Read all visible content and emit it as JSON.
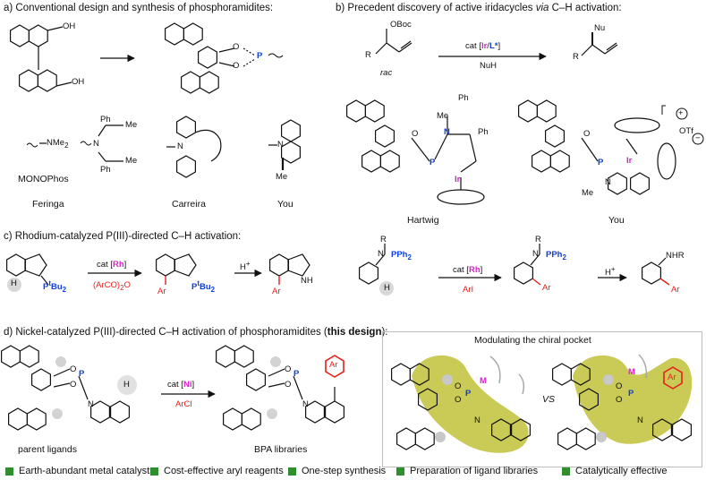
{
  "sections": {
    "a": {
      "title": "a) Conventional design and synthesis of phosphoramidites:"
    },
    "b": {
      "title": "b) Precedent discovery of active iridacycles",
      "title_italic": "via",
      "title_end": "C–H activation:"
    },
    "c": {
      "title": "c) Rhodium-catalyzed P(III)-directed C–H activation:"
    },
    "d": {
      "title": "d) Nickel-catalyzed P(III)-directed C–H activation of phosphoramidites (",
      "title_bold": "this design",
      "title_end": "):"
    }
  },
  "panel_a": {
    "hydroxyl_top": "OH",
    "hydroxyl_bottom": "OH",
    "amine_1": "NMe",
    "amine_1_sub": "2",
    "monophos": "MONOPhos",
    "authors": [
      "Feringa",
      "Carreira",
      "You"
    ],
    "ph": "Ph",
    "me": "Me",
    "n": "N",
    "o": "O",
    "p": "P"
  },
  "panel_b": {
    "obo": "OBoc",
    "r": "R",
    "rac": "rac",
    "cat_pre": "cat [",
    "ir": "Ir",
    "slash": "/",
    "lstar": "L*",
    "cat_post": "]",
    "nuh": "NuH",
    "nu": "Nu",
    "authors": [
      "Hartwig",
      "You"
    ],
    "otf": "OTf",
    "plus": "+",
    "minus": "−"
  },
  "panel_c": {
    "cat_pre": "cat [",
    "rh": "Rh",
    "cat_post": "]",
    "reagent_1": "(ArCO)",
    "reagent_1_sub": "2",
    "reagent_1_end": "O",
    "reagent_2": "ArI",
    "hplus": "H",
    "hplus_sup": "+",
    "h": "H",
    "ar": "Ar",
    "nh": "NH",
    "nhr": "NHR",
    "ptbu": "P",
    "ptbu_sup": "t",
    "ptbu_end": "Bu",
    "ptbu_sub": "2",
    "pph": "PPh",
    "pph_sub": "2",
    "r": "R"
  },
  "panel_d": {
    "cat_pre": "cat [",
    "ni": "Ni",
    "cat_post": "]",
    "reagent": "ArCl",
    "parent": "parent ligands",
    "bpa": "BPA libraries",
    "pocket_title": "Modulating the chiral pocket",
    "vs": "VS",
    "m": "M",
    "ar": "Ar",
    "h": "H"
  },
  "features": [
    "Earth-abundant metal catalysts",
    "Cost-effective aryl reagents",
    "One-step synthesis",
    "Preparation of ligand libraries",
    "Catalytically effective"
  ],
  "colors": {
    "red": "#e8201c",
    "magenta": "#e020d0",
    "blue": "#1040d8",
    "green_square": "#2f8f2f",
    "pocket": "#b8b81e",
    "gray_ball": "#c8c8c8"
  }
}
